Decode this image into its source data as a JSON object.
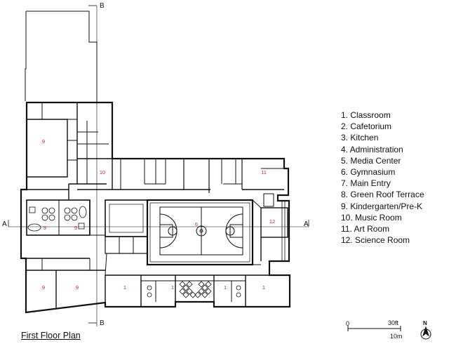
{
  "title": "First Floor Plan",
  "legend": [
    "1. Classroom",
    "2. Cafetorium",
    "3. Kitchen",
    "4. Administration",
    "5. Media Center",
    "6. Gymnasium",
    "7. Main Entry",
    "8. Green Roof Terrace",
    "9. Kindergarten/Pre-K",
    "10. Music Room",
    "11. Art Room",
    "12. Science Room"
  ],
  "section_marks": {
    "a_left": "A",
    "a_right": "A",
    "b_top": "B",
    "b_bottom": "B"
  },
  "room_numbers": {
    "kinder_top": "9",
    "music": "10",
    "art": "11",
    "science": "12",
    "gym": "6",
    "kinder_mid_a": "9",
    "kinder_mid_b": "9",
    "kinder_low_a": "9",
    "kinder_low_b": "9",
    "class_a": "1",
    "class_b": "1",
    "class_c": "1",
    "class_d": "1"
  },
  "scale": {
    "start": "0",
    "ft": "30ft",
    "m": "10m"
  },
  "north": "N",
  "colors": {
    "line": "#111111",
    "room_number": "#c0282a"
  }
}
